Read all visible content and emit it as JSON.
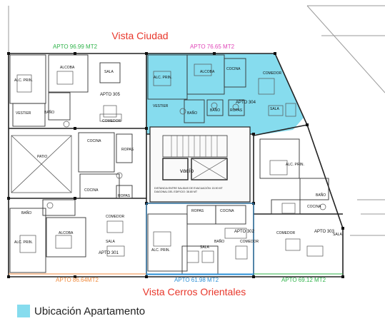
{
  "titles": {
    "top": "Vista Ciudad",
    "bottom": "Vista Cerros Orientales"
  },
  "areas": {
    "apto305": "APTO  96.99 MT2",
    "apto304": "APTO  76.65 MT2",
    "apto301": "APTO  86.64MT2",
    "apto302": "APTO  61.98 MT2",
    "apto303": "APTO  69.12  MT2"
  },
  "units": {
    "u305": "APTO 305",
    "u304": "APTO 304",
    "u301": "APTO 301",
    "u302": "APTO 302",
    "u303": "APTO 303"
  },
  "rooms": {
    "alc_prin": "ALC. PRIN.",
    "alcoba": "ALCOBA",
    "sala": "SALA",
    "bano": "BAÑO",
    "cocina": "COCINA",
    "comedor": "COMEDOR",
    "ropas": "ROPAS",
    "vestier": "VESTIER",
    "patio": "PATIO",
    "vacio": "vacío"
  },
  "core": {
    "note1": "DISTANCIA ENTRE SALIDAS DE EVACUACIÓN: 15.90 MT",
    "note2": "DIAGONAL DEL EDIFICIO: 38.80 MT"
  },
  "legend": {
    "label": "Ubicación Apartamento"
  },
  "colors": {
    "highlight": "#86dcee",
    "title": "#e8372b",
    "apto305": "#2fb34a",
    "apto304": "#e046b8",
    "apto301": "#f08a3c",
    "apto302": "#2a8fd6",
    "apto303": "#2fb34a"
  }
}
